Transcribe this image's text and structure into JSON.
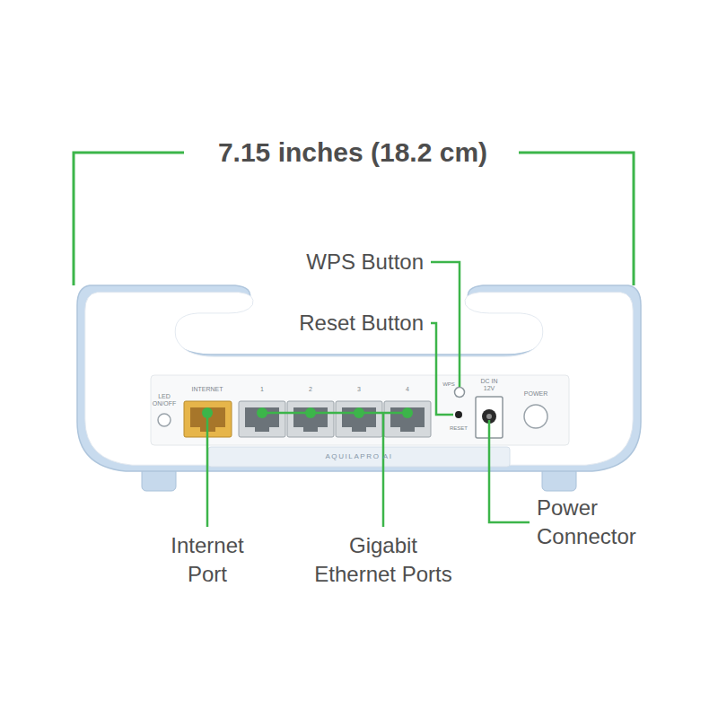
{
  "diagram": {
    "labels": [
      "7.15 inches (18.2 cm)",
      "WPS Button",
      "Reset Button",
      "LED ON/OFF",
      "INTERNET",
      "1",
      "2",
      "3",
      "4",
      "WPS",
      "DC IN 12V",
      "POWER",
      "RESET",
      "AQUILAPRO AI",
      "Internet Port",
      "Gigabit Ethernet Ports",
      "Power Connector"
    ]
  }
}
